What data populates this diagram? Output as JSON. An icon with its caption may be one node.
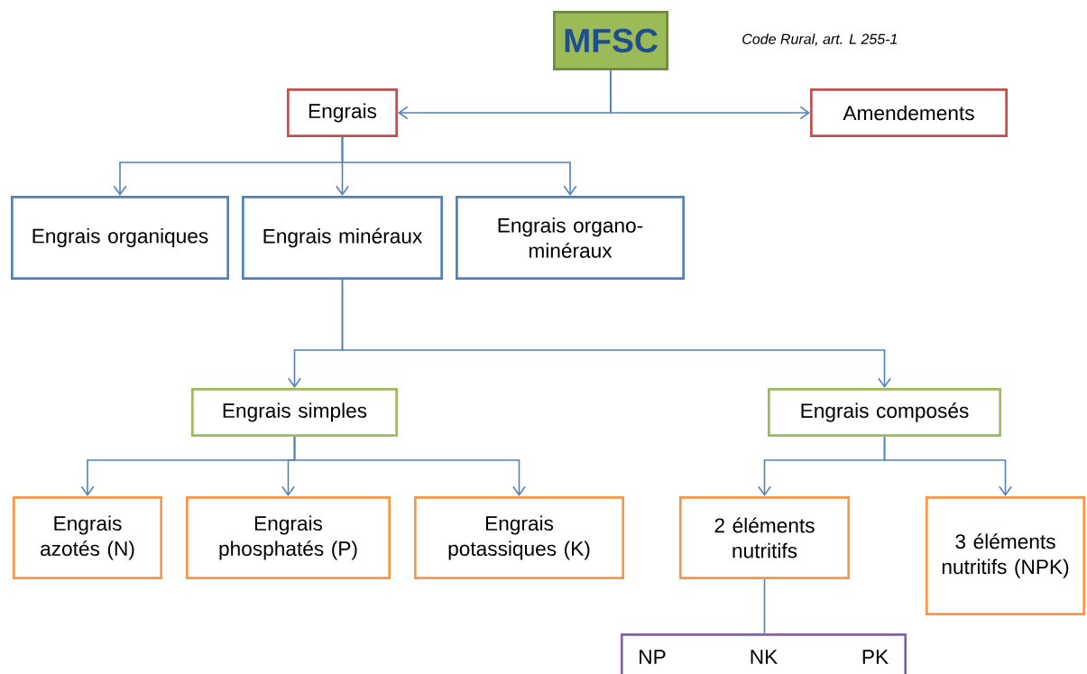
{
  "diagram": {
    "nodes": [
      {
        "text": [
          "MFSC"
        ]
      },
      {
        "text": [
          "Engrais"
        ]
      },
      {
        "text": [
          "Amendements"
        ]
      },
      {
        "text": [
          "Engrais organiques"
        ]
      },
      {
        "text": [
          "Engrais minéraux"
        ]
      },
      {
        "text": [
          "Engrais organo-minéraux"
        ]
      },
      {
        "text": [
          "Engrais simples"
        ]
      },
      {
        "text": [
          "Engrais composés"
        ]
      },
      {
        "text": [
          "Engrais azotés (N)"
        ]
      },
      {
        "text": [
          "Engrais phosphatés (P)"
        ]
      },
      {
        "text": [
          "Engrais potassiques (K)"
        ]
      },
      {
        "text": [
          "2 éléments nutritifs"
        ]
      },
      {
        "text": [
          "3 éléments nutritifs (NPK)"
        ]
      },
      {
        "text": [
          "NP",
          "NK",
          "PK"
        ]
      }
    ],
    "edges": [
      {
        "from": 0,
        "to": 1,
        "arrow": "to"
      },
      {
        "from": 0,
        "to": 2,
        "arrow": "to"
      },
      {
        "from": 1,
        "to": 3,
        "arrow": "to"
      },
      {
        "from": 1,
        "to": 4,
        "arrow": "to"
      },
      {
        "from": 1,
        "to": 5,
        "arrow": "to"
      },
      {
        "from": 4,
        "to": 6,
        "arrow": "to"
      },
      {
        "from": 4,
        "to": 7,
        "arrow": "to"
      },
      {
        "from": 6,
        "to": 8,
        "arrow": "to"
      },
      {
        "from": 6,
        "to": 9,
        "arrow": "to"
      },
      {
        "from": 6,
        "to": 10,
        "arrow": "to"
      },
      {
        "from": 7,
        "to": 11,
        "arrow": "to"
      },
      {
        "from": 7,
        "to": 12,
        "arrow": "to"
      },
      {
        "from": 11,
        "to": 13,
        "arrow": "none"
      }
    ],
    "labels": [
      "*Code Rural, art. L 255-1*"
    ]
  }
}
